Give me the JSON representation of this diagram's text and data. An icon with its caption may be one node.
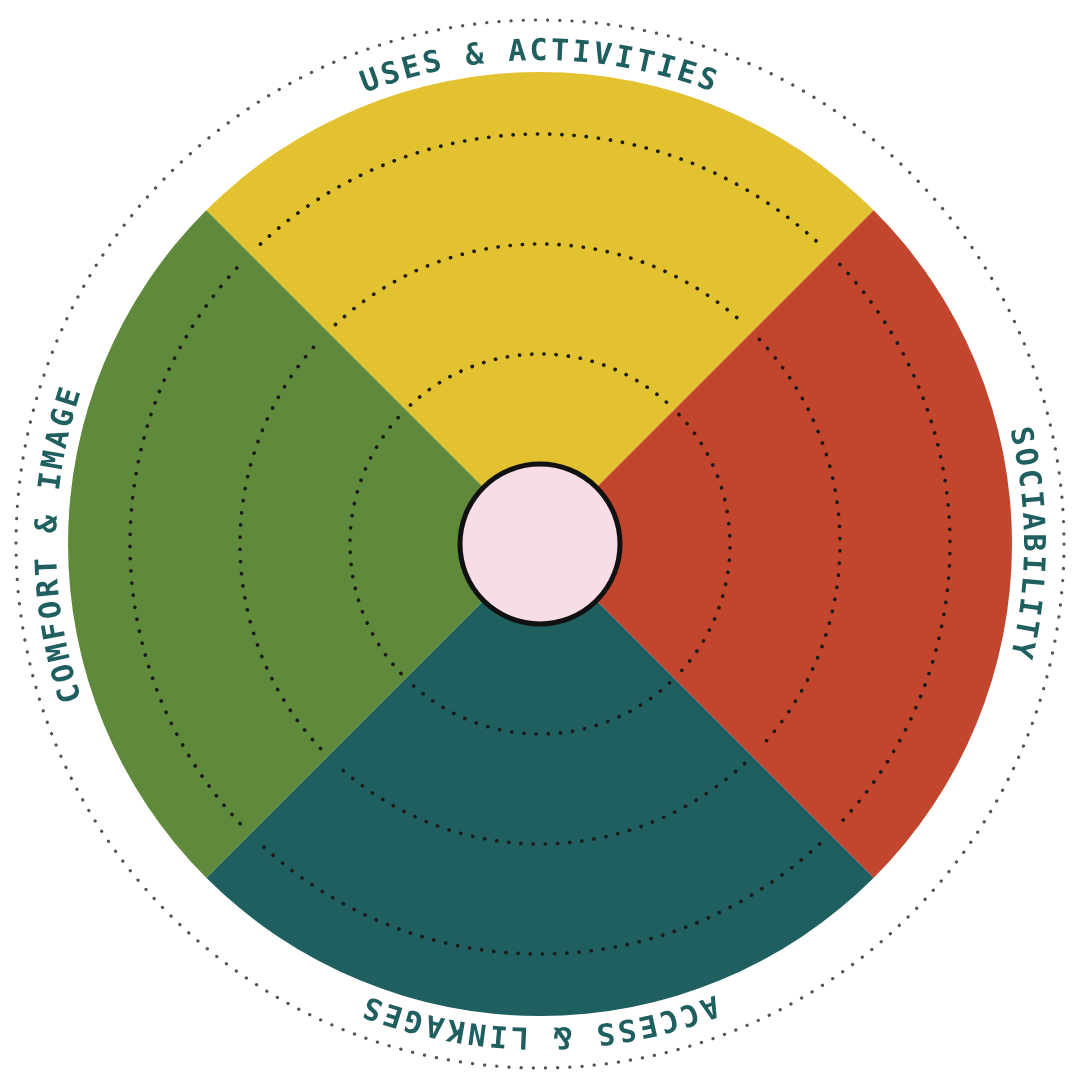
{
  "diagram": {
    "nodes": [
      {
        "text": [
          "USES & ACTIVITIES"
        ]
      },
      {
        "text": [
          "SOCIABILITY"
        ]
      },
      {
        "text": [
          "ACCESS & LINKAGES"
        ]
      },
      {
        "text": [
          "COMFORT & IMAGE"
        ]
      },
      {
        "text": [],
        "shape": "circle"
      }
    ]
  }
}
